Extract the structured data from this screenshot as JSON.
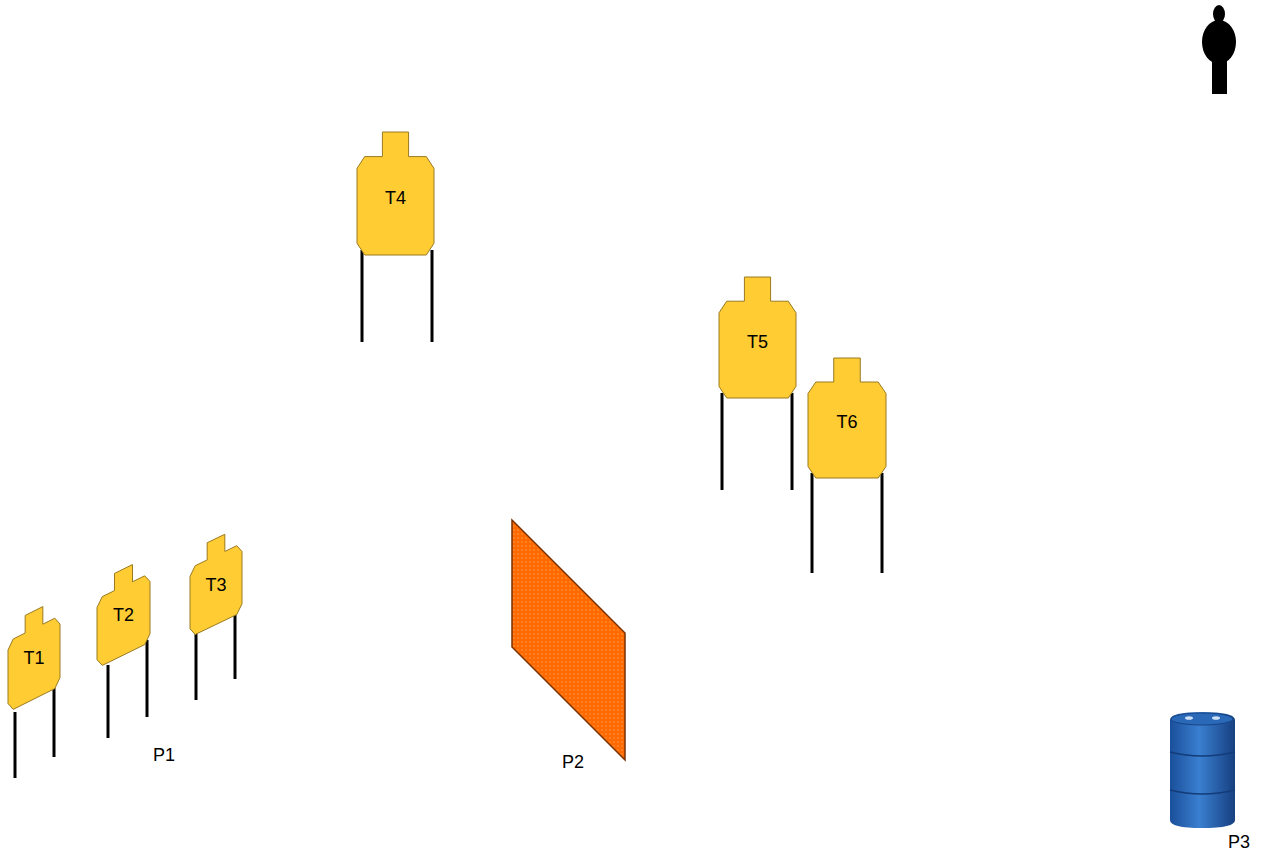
{
  "diagram": {
    "nodes": [
      {
        "text": [
          "T1"
        ]
      },
      {
        "text": [
          "T2"
        ]
      },
      {
        "text": [
          "T3"
        ]
      },
      {
        "text": [
          "T4"
        ]
      },
      {
        "text": [
          "T5"
        ]
      },
      {
        "text": [
          "T6"
        ]
      }
    ],
    "labels": [
      "P1",
      "P2",
      "P3"
    ]
  }
}
